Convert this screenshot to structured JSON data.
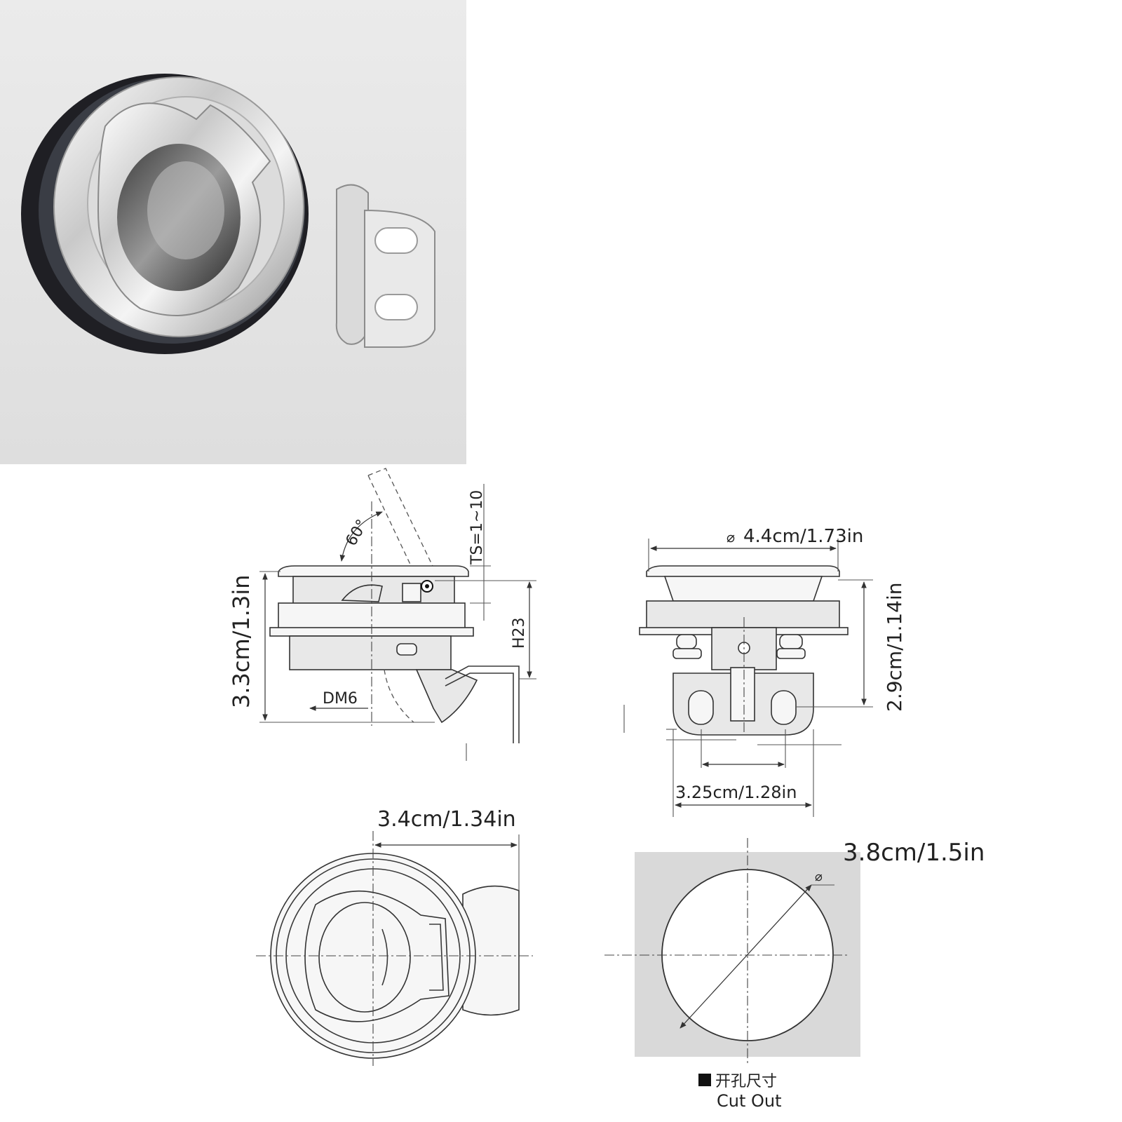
{
  "photo": {
    "description_icon": "round-flush-latch-photo",
    "background": "#e3e3e3"
  },
  "side_view": {
    "height_label": "3.3cm/1.3in",
    "angle_label": "60°",
    "thickness_label": "TS=1~10",
    "h_label": "H23",
    "dm_label": "DM6"
  },
  "front_view": {
    "diameter_label": "4.4cm/1.73in",
    "height_label": "2.9cm/1.14in",
    "width_label": "3.25cm/1.28in"
  },
  "top_view": {
    "width_label": "3.4cm/1.34in"
  },
  "cutout": {
    "diameter_label": "3.8cm/1.5in",
    "title_cn": "开孔尺寸",
    "title_en": "Cut Out",
    "fill": "#d9d9d9"
  }
}
